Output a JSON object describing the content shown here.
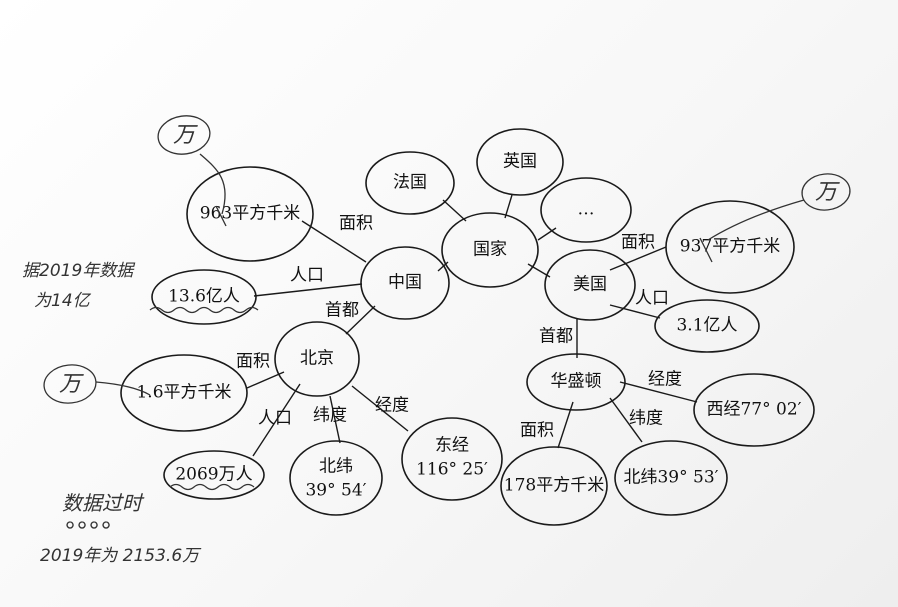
{
  "diagram": {
    "nodes": {
      "country": "国家",
      "china": "中国",
      "france": "法国",
      "uk": "英国",
      "ellipsis": "…",
      "usa": "美国",
      "beijing": "北京",
      "washington": "华盛顿",
      "china_area": "963平方千米",
      "china_pop": "13.6亿人",
      "us_area": "937平方千米",
      "us_pop": "3.1亿人",
      "bj_area": "1.6平方千米",
      "bj_pop": "2069万人",
      "bj_lat_1": "北纬",
      "bj_lat_2": "39° 54′",
      "bj_lon_1": "东经",
      "bj_lon_2": "116° 25′",
      "dc_area": "178平方千米",
      "dc_lat": "北纬39° 53′",
      "dc_lon": "西经77° 02′"
    },
    "edges": {
      "china_area": "面积",
      "china_pop": "人口",
      "china_capital": "首都",
      "us_area": "面积",
      "us_pop": "人口",
      "us_capital": "首都",
      "bj_area": "面积",
      "bj_pop": "人口",
      "bj_lat": "纬度",
      "bj_lon": "经度",
      "dc_lon": "经度",
      "dc_lat": "纬度",
      "dc_area": "面积"
    }
  },
  "annotations": {
    "wan": "万",
    "china_pop_note_1": "据2019年数据",
    "china_pop_note_2": "为14亿",
    "bj_note_1": "数据过时",
    "bj_note_2": "2019年为 2153.6万"
  }
}
